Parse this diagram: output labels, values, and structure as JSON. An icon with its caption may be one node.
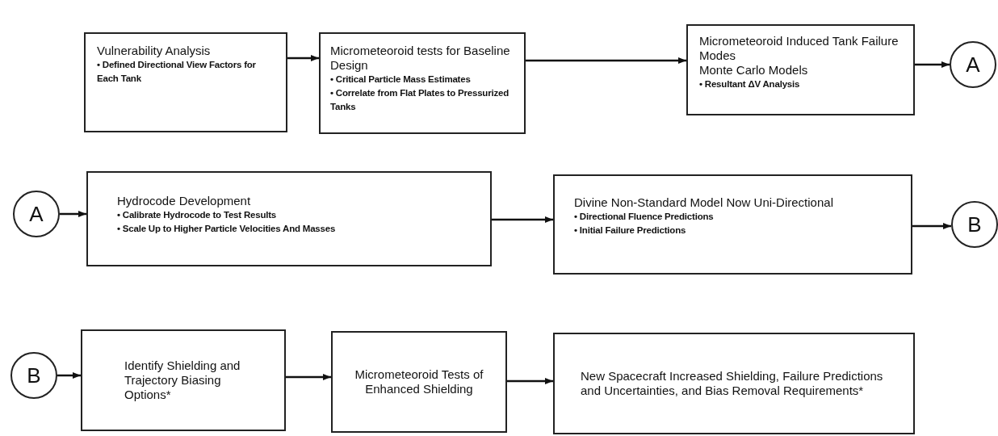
{
  "diagram": {
    "nodes": [
      {
        "text": [
          "Vulnerability Analysis",
          "• Defined Directional View Factors for Each Tank"
        ]
      },
      {
        "text": [
          "Micrometeoroid tests for Baseline Design",
          "• Critical Particle Mass Estimates",
          "• Correlate from Flat Plates to Pressurized Tanks"
        ]
      },
      {
        "text": [
          "Micrometeoroid Induced Tank Failure Modes",
          "Monte Carlo Models",
          "• Resultant ΔV Analysis"
        ]
      },
      {
        "text": [
          "A"
        ]
      },
      {
        "text": [
          "A"
        ]
      },
      {
        "text": [
          "Hydrocode Development",
          "• Calibrate Hydrocode to Test Results",
          "• Scale Up to Higher Particle Velocities And Masses"
        ]
      },
      {
        "text": [
          "Divine Non-Standard  Model Now Uni-Directional",
          "• Directional Fluence Predictions",
          "• Initial Failure Predictions"
        ]
      },
      {
        "text": [
          "B"
        ]
      },
      {
        "text": [
          "B"
        ]
      },
      {
        "text": [
          "Identify Shielding and Trajectory Biasing Options*"
        ]
      },
      {
        "text": [
          "Micrometeoroid Tests of Enhanced Shielding"
        ]
      },
      {
        "text": [
          "New Spacecraft Increased Shielding, Failure Predictions and Uncertainties, and Bias Removal Requirements*"
        ]
      }
    ],
    "edges": [
      {
        "from": 0,
        "to": 1,
        "arrow": "to"
      },
      {
        "from": 1,
        "to": 2,
        "arrow": "to"
      },
      {
        "from": 2,
        "to": 3,
        "arrow": "to"
      },
      {
        "from": 4,
        "to": 5,
        "arrow": "to"
      },
      {
        "from": 5,
        "to": 6,
        "arrow": "to"
      },
      {
        "from": 6,
        "to": 7,
        "arrow": "to"
      },
      {
        "from": 8,
        "to": 9,
        "arrow": "to"
      },
      {
        "from": 9,
        "to": 10,
        "arrow": "to"
      },
      {
        "from": 10,
        "to": 11,
        "arrow": "to"
      }
    ]
  }
}
